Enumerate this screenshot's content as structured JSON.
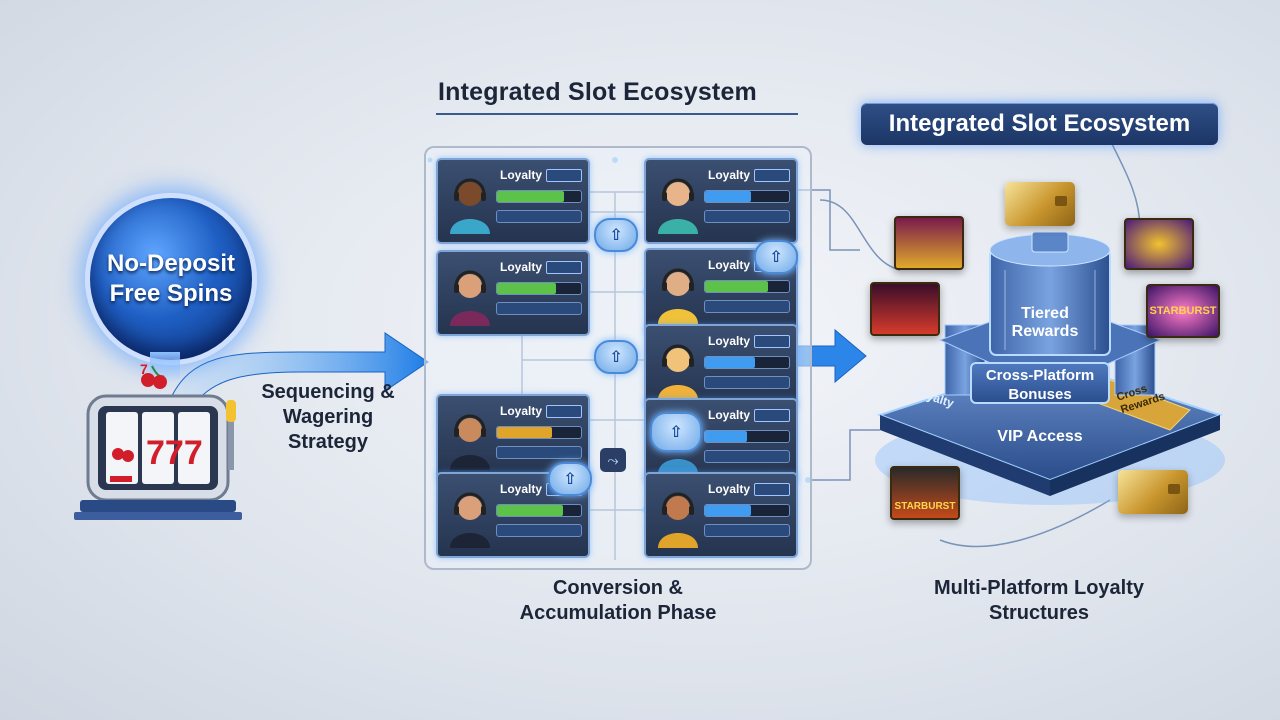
{
  "header": {
    "center_title": "Integrated Slot Ecosystem",
    "right_badge": "Integrated Slot Ecosystem"
  },
  "stage1": {
    "orb_text": "No-Deposit Free Spins",
    "machine_digits": "777",
    "caption": "Sequencing & Wagering Strategy"
  },
  "stage2": {
    "card_label": "Loyalty",
    "caption": "Conversion & Accumulation Phase"
  },
  "stage3": {
    "tiers": {
      "top": "Tiered Rewards",
      "middle": "Cross-Platform Bonuses",
      "bottom": "VIP Access",
      "left_side": "Loyalty",
      "right_side": "Cross Rewards"
    },
    "game_tile_title": "STARBURST",
    "caption": "Multi-Platform Loyalty Structures"
  },
  "colors": {
    "accent_blue": "#2f7fe6",
    "navy": "#1c3566",
    "gold": "#c9962e",
    "bar_green": "#5cc24a",
    "bar_blue": "#3f9cf0"
  }
}
